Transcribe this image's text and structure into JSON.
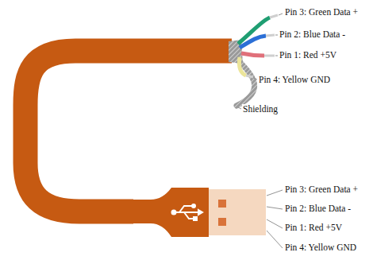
{
  "diagram": {
    "labels": [
      "Pin 3: Green Data +",
      "Pin 2: Blue Data -",
      "Pin 1: Red +5V",
      "Pin 4: Yellow GND",
      "Shielding",
      "Pin 3: Green Data +",
      "Pin 2: Blue Data -",
      "Pin 1: Red +5V",
      "Pin 4: Yellow GND"
    ]
  }
}
